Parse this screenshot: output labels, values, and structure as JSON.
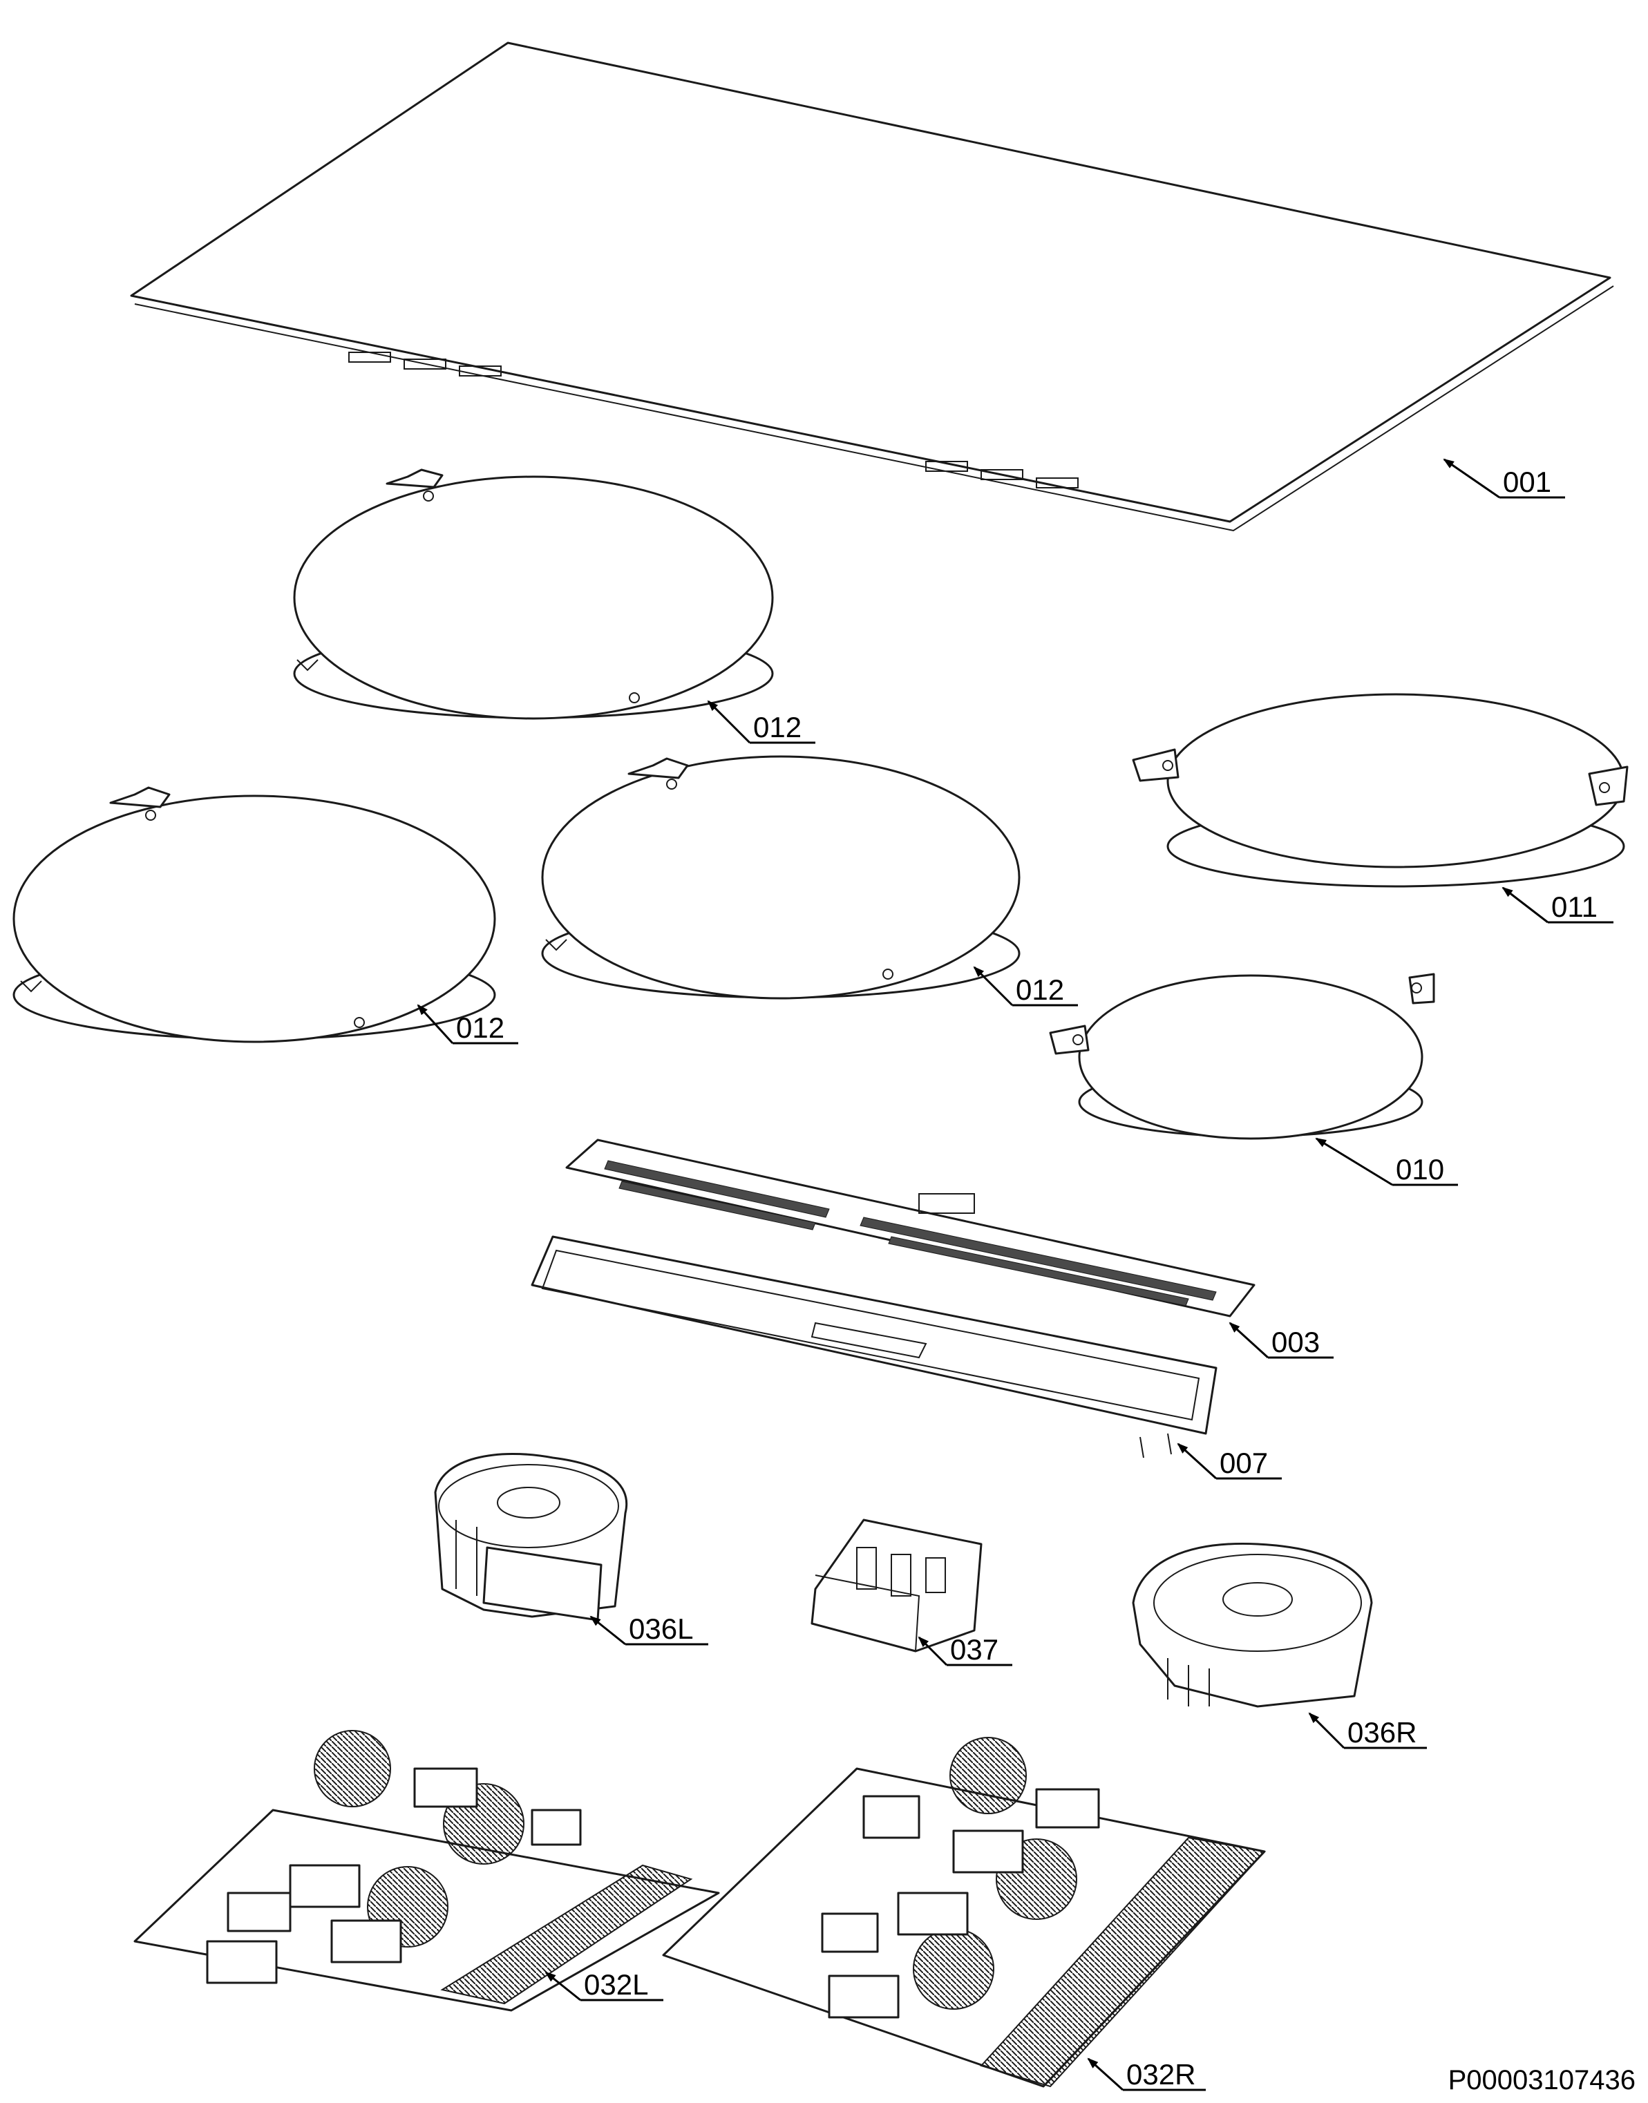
{
  "callouts": {
    "cooktop_glass": "001",
    "coil_rear_left": "012",
    "coil_front_left": "012",
    "coil_front_center": "012",
    "coil_rear_right": "011",
    "coil_front_right": "010",
    "control_board": "003",
    "control_frame": "007",
    "fan_left": "036L",
    "filter_module": "037",
    "fan_right": "036R",
    "power_board_left": "032L",
    "power_board_right": "032R"
  },
  "document_id": "P00003107436",
  "colors": {
    "line": "#1a1a1a",
    "background": "#ffffff"
  }
}
